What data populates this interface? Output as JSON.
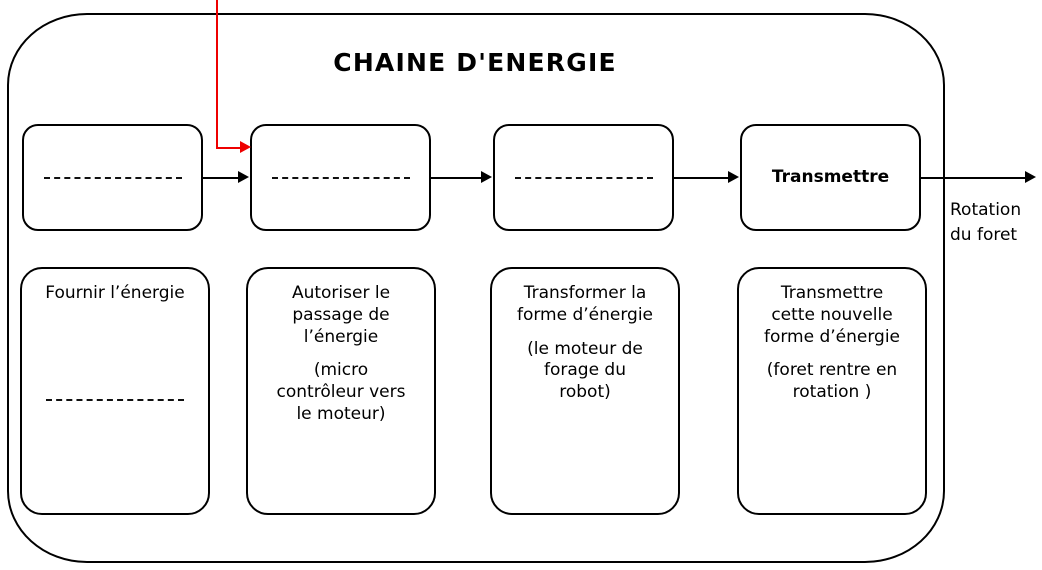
{
  "diagram": {
    "title": "CHAINE D'ENERGIE",
    "type": "energy-chain-block-diagram",
    "accent_color": "#ee0000",
    "line_color": "#000000",
    "blank_placeholder": "- - - - - - - - - - - -",
    "function_blocks": [
      {
        "index": 1,
        "label": "",
        "filled": false,
        "placeholder": "- - - - - - - - - - - -"
      },
      {
        "index": 2,
        "label": "",
        "filled": false,
        "placeholder": "- - - - - - - - - - - -"
      },
      {
        "index": 3,
        "label": "",
        "filled": false,
        "placeholder": "- - - - - - - - - - - -"
      },
      {
        "index": 4,
        "label": "Transmettre",
        "filled": true,
        "placeholder": ""
      }
    ],
    "description_blocks": [
      {
        "index": 1,
        "lines": [
          "Fournir l’énergie"
        ],
        "detail": [],
        "has_blank": true,
        "placeholder": "- - - - - - - - - - - -"
      },
      {
        "index": 2,
        "lines": [
          "Autoriser le",
          "passage de",
          "l’énergie"
        ],
        "detail": [
          "(micro",
          "contrôleur vers",
          "le moteur)"
        ],
        "has_blank": false,
        "placeholder": ""
      },
      {
        "index": 3,
        "lines": [
          "Transformer la",
          "forme d’énergie"
        ],
        "detail": [
          "(le moteur de",
          "forage du",
          "robot)"
        ],
        "has_blank": false,
        "placeholder": ""
      },
      {
        "index": 4,
        "lines": [
          "Transmettre",
          "cette nouvelle",
          "forme d’énergie"
        ],
        "detail": [
          "(foret rentre en",
          "rotation )"
        ],
        "has_blank": false,
        "placeholder": ""
      }
    ],
    "output": {
      "line1": "Rotation",
      "line2": "du foret"
    },
    "annotation_arrow": {
      "color": "#ee0000",
      "points_to_block": 2,
      "label": ""
    }
  }
}
